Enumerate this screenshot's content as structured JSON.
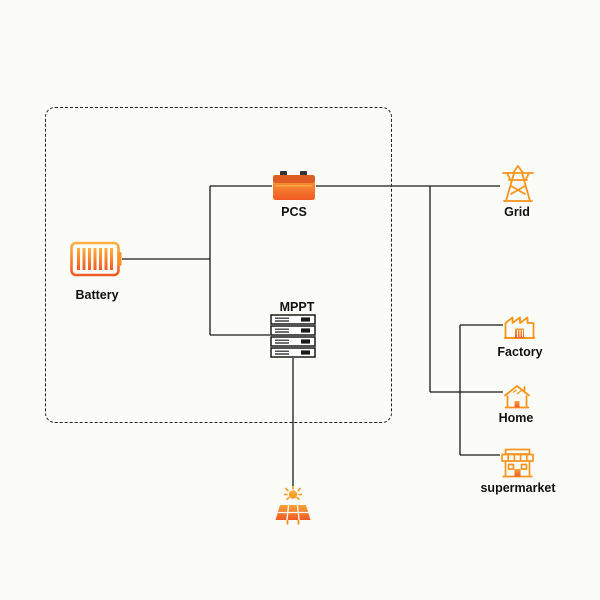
{
  "nodes": {
    "battery": {
      "label": "Battery"
    },
    "pcs": {
      "label": "PCS"
    },
    "mppt": {
      "label": "MPPT"
    },
    "grid": {
      "label": "Grid"
    },
    "factory": {
      "label": "Factory"
    },
    "home": {
      "label": "Home"
    },
    "supermarket": {
      "label": "supermarket"
    },
    "solar_panel": {
      "label": ""
    }
  },
  "connections": [
    {
      "from": "battery",
      "to": "pcs"
    },
    {
      "from": "battery",
      "to": "mppt"
    },
    {
      "from": "pcs",
      "to": "grid"
    },
    {
      "from": "pcs",
      "to": "factory"
    },
    {
      "from": "pcs",
      "to": "home"
    },
    {
      "from": "pcs",
      "to": "supermarket"
    },
    {
      "from": "solar_panel",
      "to": "mppt"
    }
  ],
  "colors": {
    "icon_orange": "#F7941D",
    "icon_deep_orange": "#F15A24",
    "line_black": "#1A1A1A"
  }
}
